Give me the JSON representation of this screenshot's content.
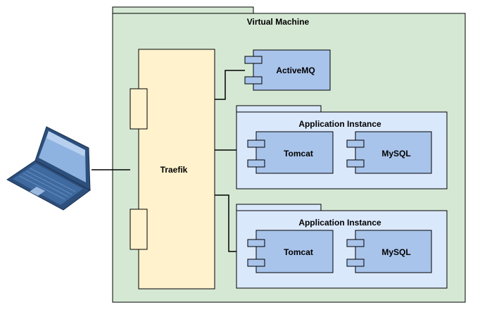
{
  "vm": {
    "label": "Virtual Machine"
  },
  "traefik": {
    "label": "Traefik"
  },
  "activemq": {
    "label": "ActiveMQ"
  },
  "instances": [
    {
      "label": "Application Instance",
      "tomcat": "Tomcat",
      "mysql": "MySQL"
    },
    {
      "label": "Application Instance",
      "tomcat": "Tomcat",
      "mysql": "MySQL"
    }
  ],
  "client": {
    "icon": "laptop-icon"
  },
  "colors": {
    "vm_fill": "#d5e8d4",
    "traefik_fill": "#fff2cc",
    "instance_fill": "#dae8fc",
    "component_fill": "#a9c4eb",
    "laptop_body": "#2d4f7c",
    "laptop_screen": "#8fb3e0"
  }
}
